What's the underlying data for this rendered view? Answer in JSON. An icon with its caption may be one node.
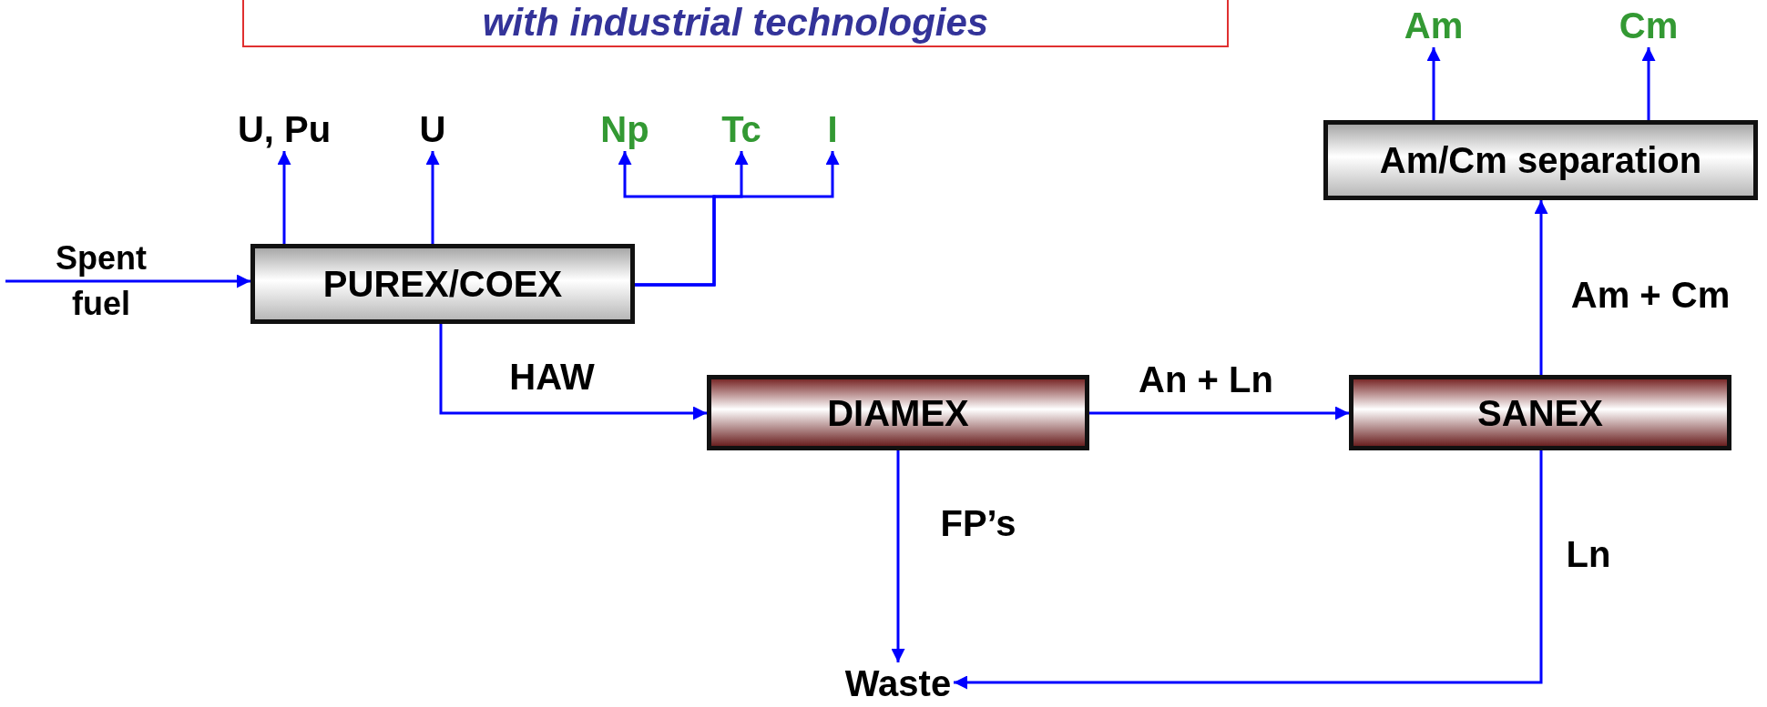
{
  "diagram": {
    "title": "with industrial technologies",
    "nodes": [
      {
        "text": [
          "Am"
        ]
      },
      {
        "text": [
          "Cm"
        ]
      },
      {
        "text": [
          "U, Pu"
        ]
      },
      {
        "text": [
          "U"
        ]
      },
      {
        "text": [
          "Np"
        ]
      },
      {
        "text": [
          "Tc"
        ]
      },
      {
        "text": [
          "I"
        ]
      },
      {
        "text": [
          "Am/Cm separation"
        ]
      },
      {
        "text": [
          "PUREX/COEX"
        ]
      },
      {
        "text": [
          "DIAMEX"
        ]
      },
      {
        "text": [
          "SANEX"
        ]
      },
      {
        "text": [
          "Waste"
        ]
      }
    ],
    "edges": [
      {
        "from": null,
        "to": 8,
        "arrow": "to",
        "label": "Spent fuel"
      },
      {
        "from": 8,
        "to": 2,
        "arrow": "to"
      },
      {
        "from": 8,
        "to": 3,
        "arrow": "to"
      },
      {
        "from": 8,
        "to": 4,
        "arrow": "to"
      },
      {
        "from": 8,
        "to": 5,
        "arrow": "to"
      },
      {
        "from": 8,
        "to": 6,
        "arrow": "to"
      },
      {
        "from": 8,
        "to": 9,
        "arrow": "to",
        "label": "HAW"
      },
      {
        "from": 9,
        "to": 10,
        "arrow": "to",
        "label": "An + Ln"
      },
      {
        "from": 9,
        "to": 11,
        "arrow": "to",
        "label": "FP’s"
      },
      {
        "from": 10,
        "to": 7,
        "arrow": "to",
        "label": "Am + Cm"
      },
      {
        "from": 7,
        "to": 0,
        "arrow": "to"
      },
      {
        "from": 7,
        "to": 1,
        "arrow": "to"
      },
      {
        "from": 10,
        "to": 11,
        "arrow": "to",
        "label": "Ln"
      }
    ]
  }
}
